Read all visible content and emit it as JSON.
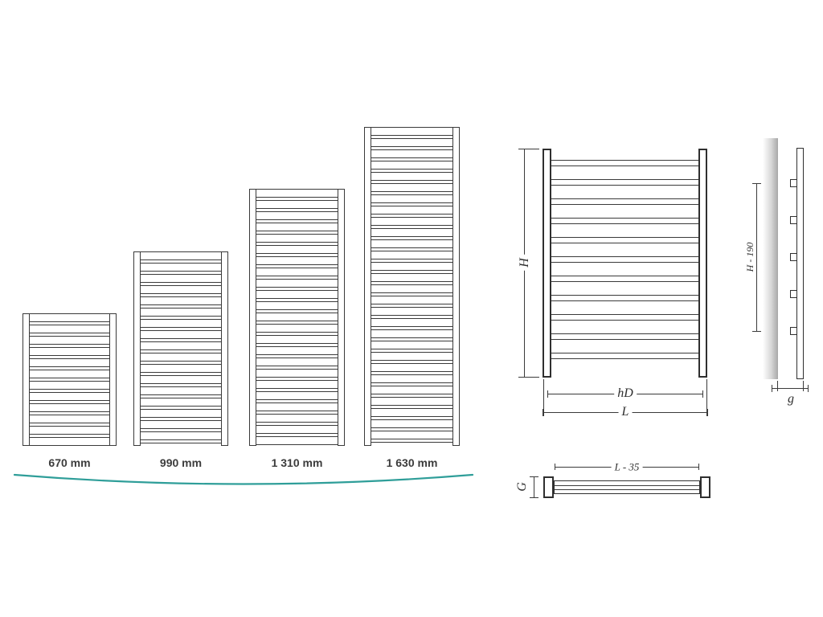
{
  "size_lineup": {
    "items": [
      {
        "label": "670 mm"
      },
      {
        "label": "990 mm"
      },
      {
        "label": "1 310 mm"
      },
      {
        "label": "1 630 mm"
      }
    ]
  },
  "dimension_views": {
    "front": {
      "height": "H",
      "hub_distance": "hD",
      "width": "L"
    },
    "side": {
      "bracket_span": "H - 190",
      "depth": "g"
    },
    "top": {
      "width": "L - 35",
      "depth": "G"
    }
  },
  "colors": {
    "line": "#3a3a3a",
    "accent": "#2f9e99"
  }
}
